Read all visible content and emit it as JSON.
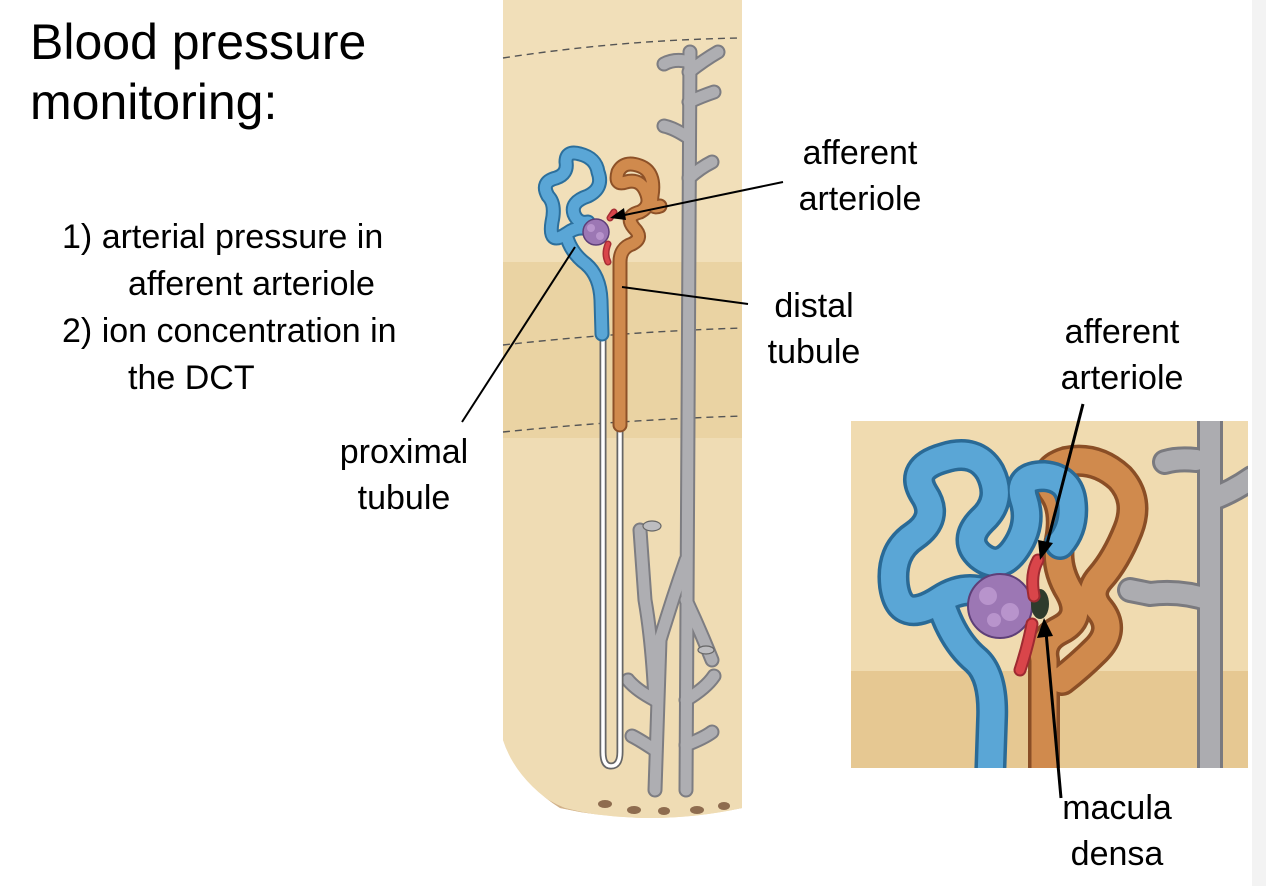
{
  "title": {
    "line1": "Blood pressure",
    "line2": "monitoring:"
  },
  "list": [
    {
      "number": "1)",
      "line1": "arterial pressure in",
      "line2": "afferent arteriole"
    },
    {
      "number": "2)",
      "line1": "ion concentration in",
      "line2": "the DCT"
    }
  ],
  "labels": {
    "afferent_main": {
      "line1": "afferent",
      "line2": "arteriole"
    },
    "distal": {
      "line1": "distal",
      "line2": "tubule"
    },
    "proximal": {
      "line1": "proximal",
      "line2": "tubule"
    },
    "afferent_inset": {
      "line1": "afferent",
      "line2": "arteriole"
    },
    "macula": {
      "line1": "macula",
      "line2": "densa"
    }
  },
  "colors": {
    "background": "#ffffff",
    "kidney_tissue": "#f1dfb9",
    "tubule_blue": "#5aa6d6",
    "tubule_orange": "#d08a4d",
    "vessel_gray": "#a9a9ad",
    "arteriole_red": "#d9454a",
    "glomerulus_purple": "#9c77b4"
  }
}
